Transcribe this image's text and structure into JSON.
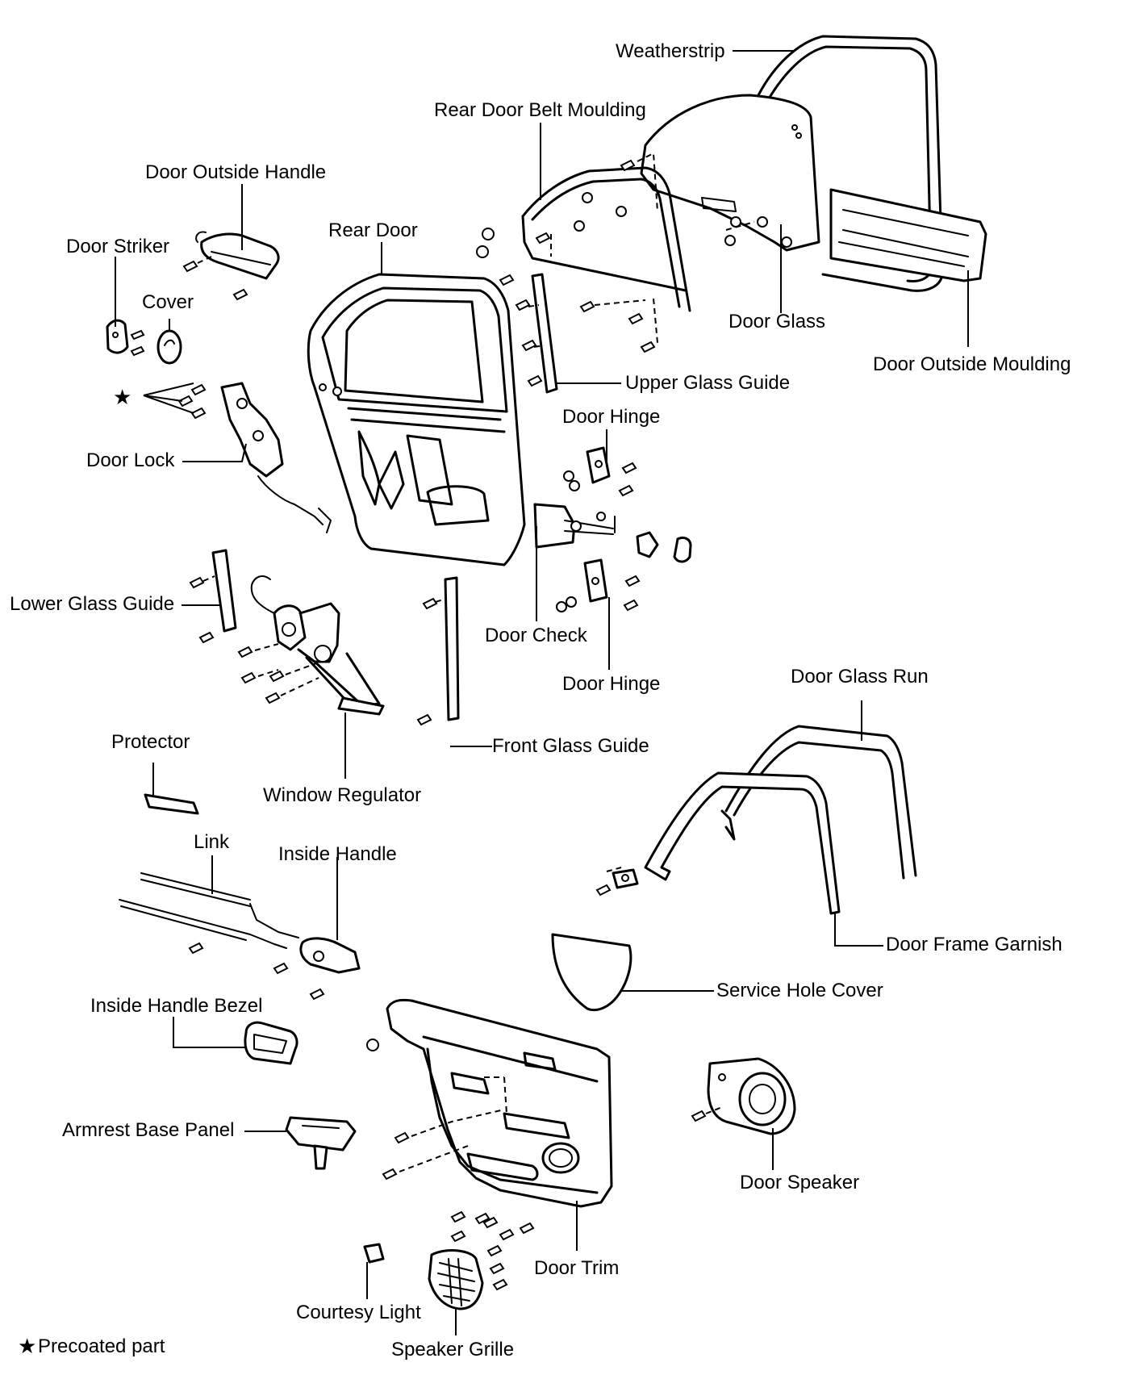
{
  "labels": {
    "weatherstrip": "Weatherstrip",
    "rear_door_belt_moulding": "Rear Door Belt Moulding",
    "door_outside_handle": "Door Outside Handle",
    "rear_door": "Rear Door",
    "door_striker": "Door Striker",
    "cover": "Cover",
    "door_glass": "Door Glass",
    "door_outside_moulding": "Door Outside Moulding",
    "upper_glass_guide": "Upper Glass Guide",
    "door_hinge_upper": "Door Hinge",
    "door_lock": "Door Lock",
    "lower_glass_guide": "Lower Glass Guide",
    "door_check": "Door Check",
    "door_hinge_lower": "Door Hinge",
    "door_glass_run": "Door Glass Run",
    "protector": "Protector",
    "front_glass_guide": "Front Glass Guide",
    "window_regulator": "Window Regulator",
    "link": "Link",
    "inside_handle": "Inside Handle",
    "door_frame_garnish": "Door Frame Garnish",
    "service_hole_cover": "Service Hole Cover",
    "inside_handle_bezel": "Inside Handle Bezel",
    "armrest_base_panel": "Armrest Base Panel",
    "door_speaker": "Door Speaker",
    "door_trim": "Door Trim",
    "courtesy_light": "Courtesy Light",
    "speaker_grille": "Speaker Grille"
  },
  "legend": {
    "star_symbol": "★",
    "precoated_text": "Precoated part"
  }
}
